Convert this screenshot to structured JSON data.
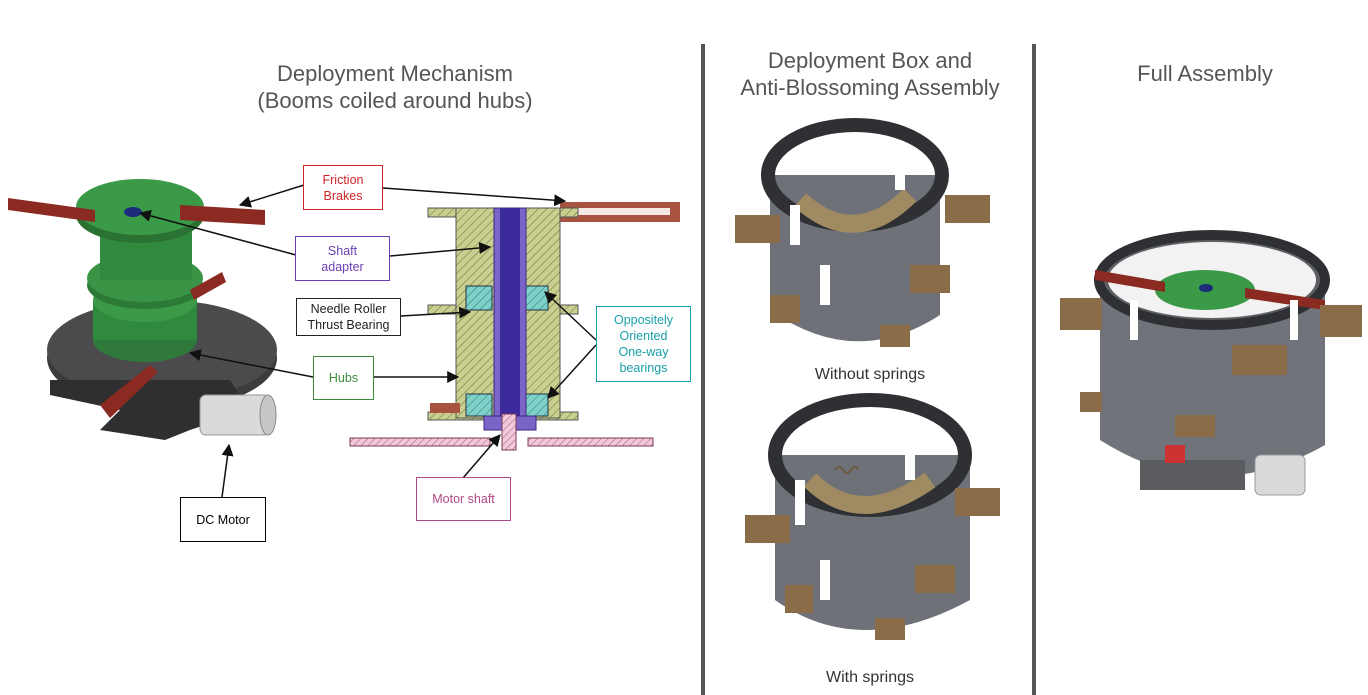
{
  "panels": {
    "mechanism": {
      "title_line1": "Deployment Mechanism",
      "title_line2": "(Booms coiled around hubs)"
    },
    "deployment_box": {
      "title_line1": "Deployment Box and",
      "title_line2": "Anti-Blossoming Assembly",
      "caption_top": "Without springs",
      "caption_bottom": "With springs"
    },
    "full": {
      "title": "Full Assembly"
    }
  },
  "callouts": {
    "friction_brakes": {
      "line1": "Friction",
      "line2": "Brakes",
      "color": "#d0242a"
    },
    "shaft_adapter": {
      "line1": "Shaft",
      "line2": "adapter",
      "color": "#6a3fb4"
    },
    "needle_roller": {
      "line1": "Needle Roller",
      "line2": "Thrust Bearing",
      "color": "#222222"
    },
    "hubs": {
      "label": "Hubs",
      "color": "#3c8c3c"
    },
    "oneway": {
      "line1": "Oppositely",
      "line2": "Oriented",
      "line3": "One-way",
      "line4": "bearings",
      "color": "#1aa0a8"
    },
    "motor_shaft": {
      "label": "Motor shaft",
      "color": "#b04a84"
    },
    "dc_motor": {
      "label": "DC Motor",
      "color": "#000000"
    }
  }
}
